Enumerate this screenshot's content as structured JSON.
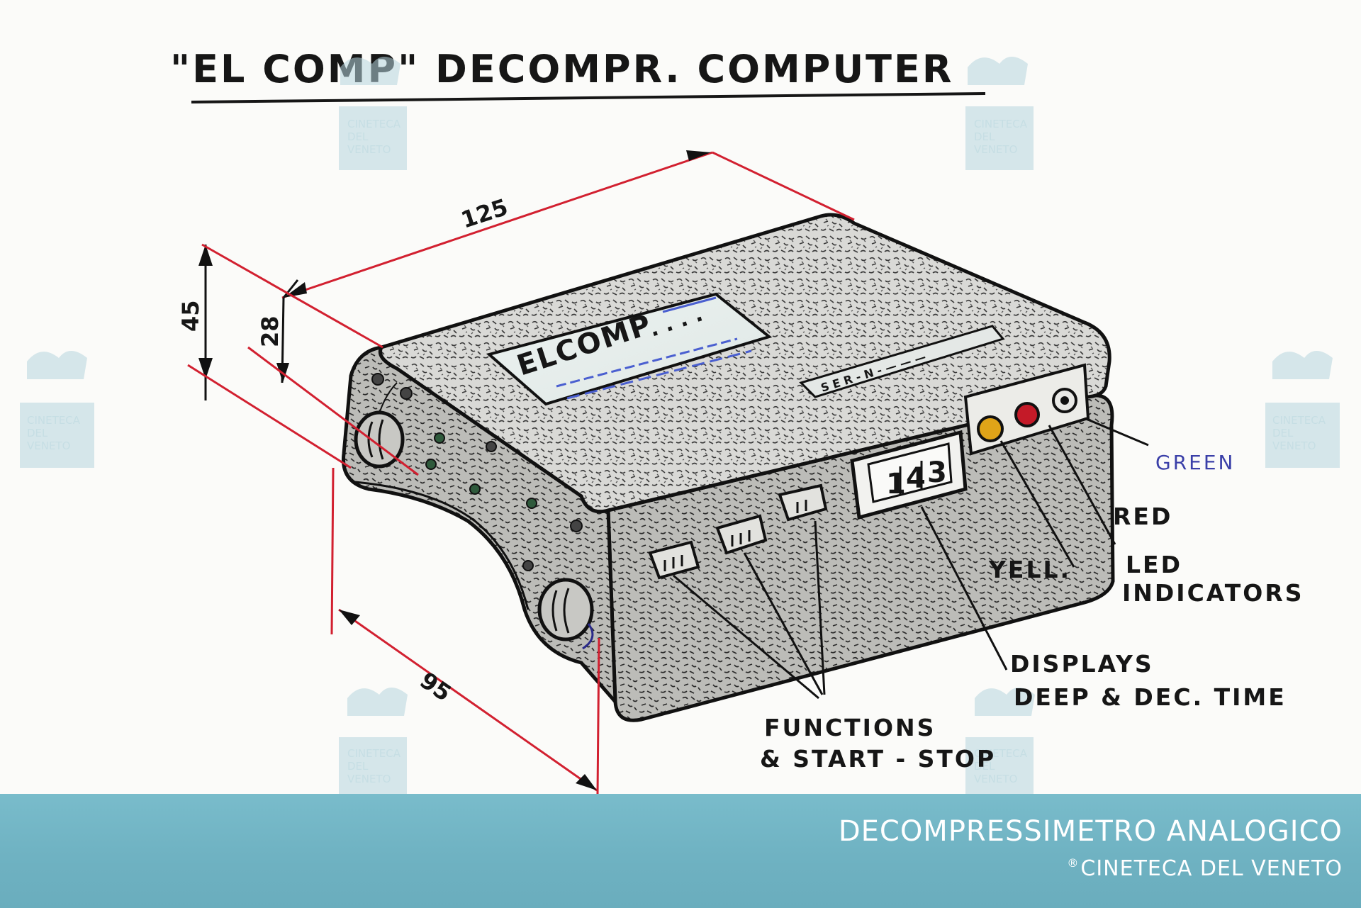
{
  "title": "\"EL COMP\"   DECOMPR. COMPUTER",
  "dimensions": {
    "length": "125",
    "height": "45",
    "inner_height": "28",
    "depth": "95"
  },
  "device": {
    "label": "ELCOMP",
    "display_digits": [
      "1",
      "4",
      "3"
    ]
  },
  "annotations": {
    "green": "GREEN",
    "red": "RED",
    "yellow": "YELL.",
    "led_line1": "LED",
    "led_line2": "INDICATORS",
    "displays_line1": "DISPLAYS",
    "displays_line2": "DEEP & DEC. TIME",
    "functions_line1": "FUNCTIONS",
    "functions_line2": "& START - STOP"
  },
  "watermark": {
    "line1": "CINETECA",
    "line2": "DEL",
    "line3": "VENETO"
  },
  "caption": {
    "title": "DECOMPRESSIMETRO ANALOGICO",
    "registered_mark": "®",
    "credit": "CINETECA DEL VENETO"
  },
  "colors": {
    "dimension_line": "#d22030",
    "ink": "#161616",
    "green_label": "#3a3fa8",
    "led_yellow": "#e0a418",
    "led_red": "#c41a28",
    "caption_bar": "#73b5c5"
  }
}
